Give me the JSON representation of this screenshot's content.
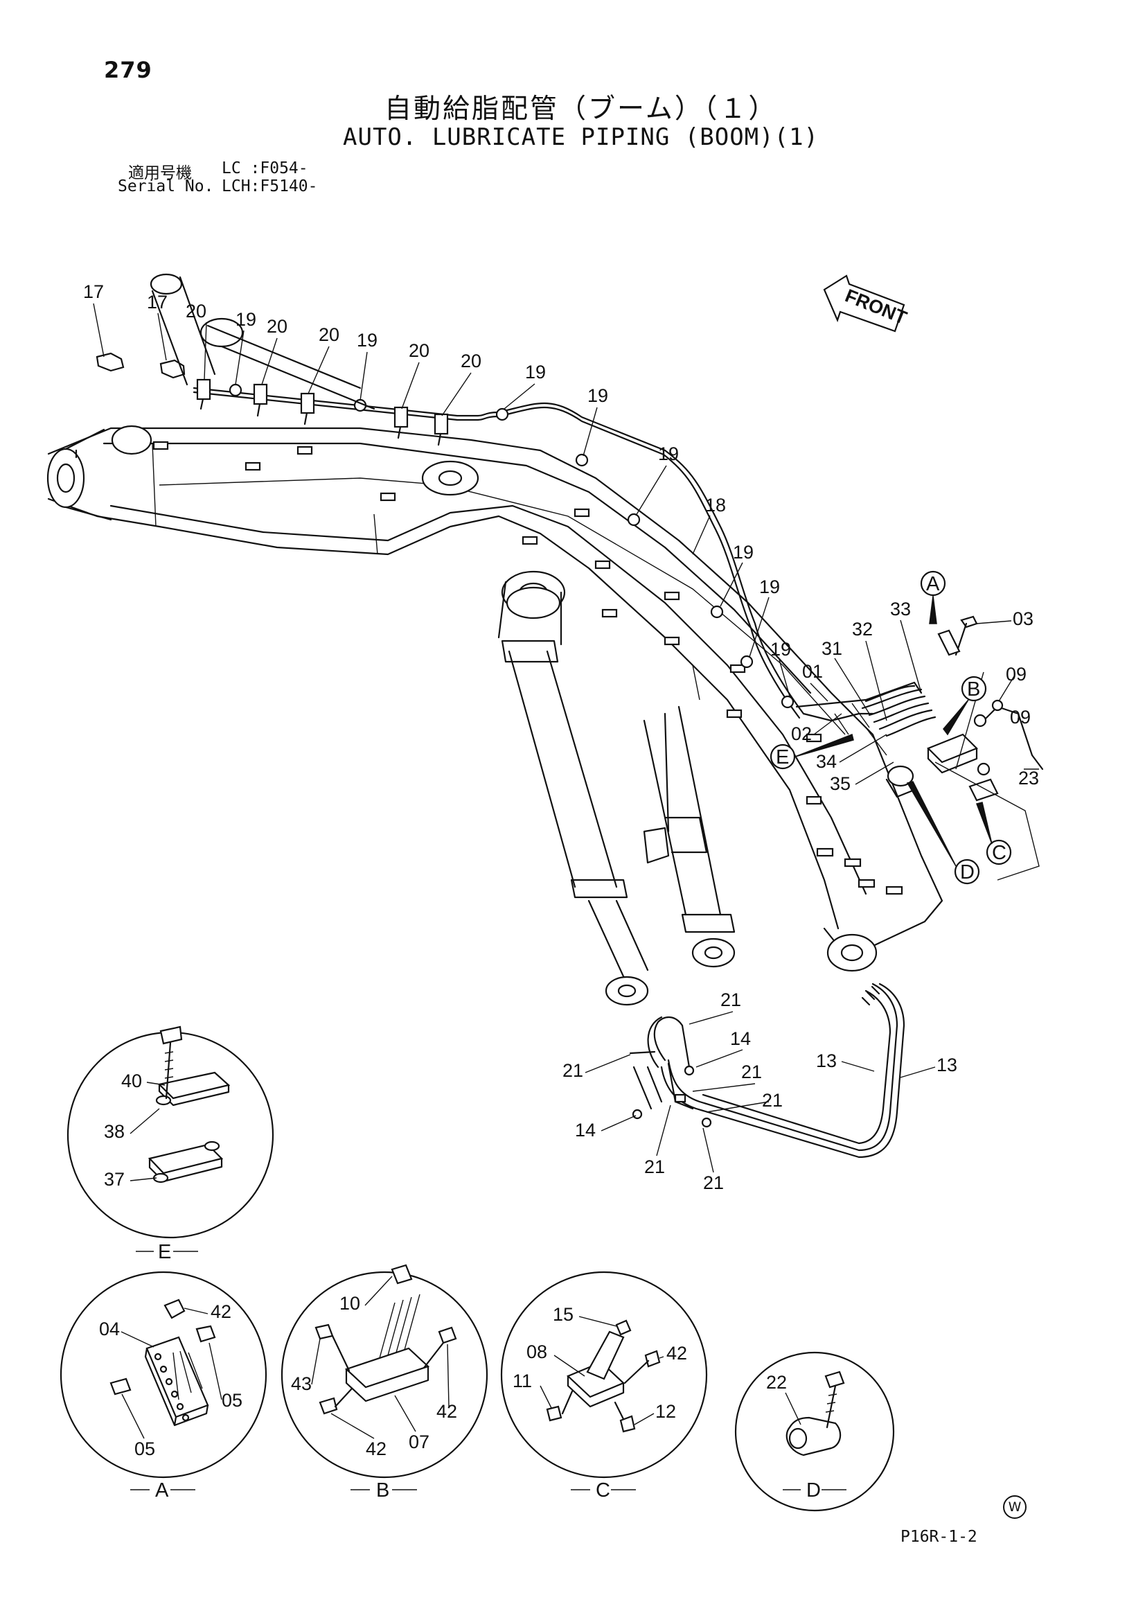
{
  "header": {
    "page_number": "279",
    "title_jp": "自動給脂配管（ブーム）（１）",
    "title_en": "AUTO. LUBRICATE PIPING (BOOM)(1)",
    "serial_jp_label": "適用号機",
    "serial_jp_value": "LC :F054-",
    "serial_en_label": "Serial No.",
    "serial_en_value": "LCH:F5140-"
  },
  "front_label": "FRONT",
  "callouts": {
    "c17a": "17",
    "c17b": "17",
    "c20a": "20",
    "c20b": "20",
    "c20c": "20",
    "c20d": "20",
    "c20e": "20",
    "c19a": "19",
    "c19b": "19",
    "c19c": "19",
    "c19d": "19",
    "c19e": "19",
    "c19f": "19",
    "c19g": "19",
    "c19h": "19",
    "c18": "18",
    "c03": "03",
    "c09a": "09",
    "c09b": "09",
    "c23": "23",
    "c33": "33",
    "c32": "32",
    "c31": "31",
    "c01": "01",
    "c02": "02",
    "c34": "34",
    "c35": "35",
    "c21a": "21",
    "c21b": "21",
    "c21c": "21",
    "c21d": "21",
    "c21e": "21",
    "c21f": "21",
    "c14a": "14",
    "c14b": "14",
    "c13a": "13",
    "c13b": "13",
    "c40": "40",
    "c38": "38",
    "c37": "37",
    "c04": "04",
    "c42a": "42",
    "c05a": "05",
    "c05b": "05",
    "c10": "10",
    "c43": "43",
    "c42b": "42",
    "c42c": "42",
    "c07": "07",
    "c15": "15",
    "c08": "08",
    "c42d": "42",
    "c11": "11",
    "c12": "12",
    "c22": "22"
  },
  "markers": {
    "A": "A",
    "B": "B",
    "C": "C",
    "D": "D",
    "E": "E"
  },
  "details": {
    "E": "E",
    "A": "A",
    "B": "B",
    "C": "C",
    "D": "D"
  },
  "footer": {
    "code": "P16R-1-2",
    "mark": "W"
  }
}
